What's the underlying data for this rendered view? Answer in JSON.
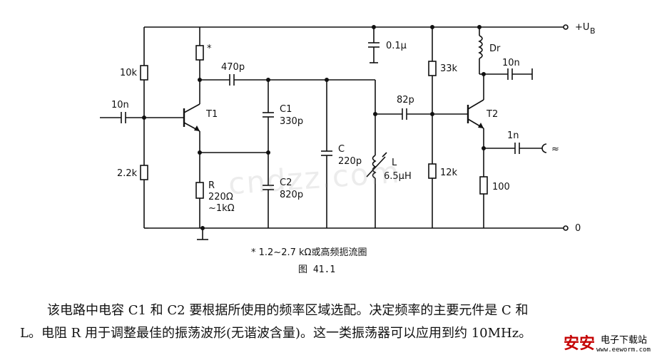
{
  "schematic": {
    "supply_label": "+U",
    "supply_sub": "B",
    "ground_label": "0",
    "components": {
      "r_10k": "10k",
      "r_22k": "2.2k",
      "c_in": "10n",
      "t1": "T1",
      "r_star": "*",
      "c_470p": "470p",
      "c1_name": "C1",
      "c1_val": "330p",
      "c2_name": "C2",
      "c2_val": "820p",
      "r_name": "R",
      "r_val1": "220Ω",
      "r_val2": "~1kΩ",
      "c_name": "C",
      "c_val": "220p",
      "l_name": "L",
      "l_val": "6.5μH",
      "c_01u": "0.1μ",
      "c_82p": "82p",
      "r_33k": "33k",
      "r_12k": "12k",
      "dr": "Dr",
      "c_10n_out": "10n",
      "t2": "T2",
      "c_1n": "1n",
      "r_100": "100",
      "out_sym": "≈"
    }
  },
  "note": "* 1.2~2.7 kΩ或高频扼流圈",
  "figure_caption": "图 41.1",
  "paragraph": {
    "line1": "该电路中电容 C1 和 C2 要根据所使用的频率区域选配。决定频率的主要元件是 C 和",
    "line2": "L。电阻 R 用于调整最佳的振荡波形(无谐波含量)。这一类振荡器可以应用到约 10MHz。"
  },
  "watermark": "cndzz.com",
  "logo": {
    "mark": "安安",
    "name": "电子下载站",
    "site": "www.eeworm.com"
  }
}
